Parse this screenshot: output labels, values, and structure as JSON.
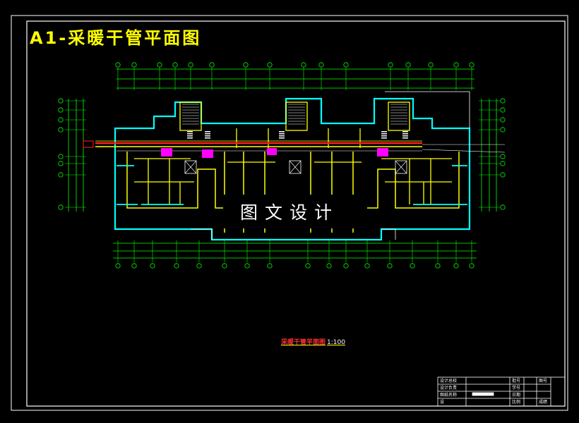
{
  "drawing": {
    "title": "A1-采暖干管平面图",
    "watermark": "图文设计",
    "plan_caption": "采暖干管平面图",
    "plan_scale": "1:100"
  },
  "colors": {
    "background": "#000000",
    "frame": "#ffffff",
    "wall": "#ffff00",
    "partition": "#00ffff",
    "dimension": "#00ff00",
    "pipe_supply": "#ff2020",
    "pipe_return": "#ffff00",
    "riser": "#ff00ff"
  },
  "title_block": {
    "rows": [
      [
        "设计总校",
        "",
        "批号",
        "",
        "图号"
      ],
      [
        "设计负责",
        "",
        "学号",
        "",
        ""
      ],
      [
        "图纸名称",
        "",
        "日期",
        "",
        ""
      ],
      [
        "设",
        "",
        "比例",
        "",
        "成绩"
      ]
    ]
  }
}
